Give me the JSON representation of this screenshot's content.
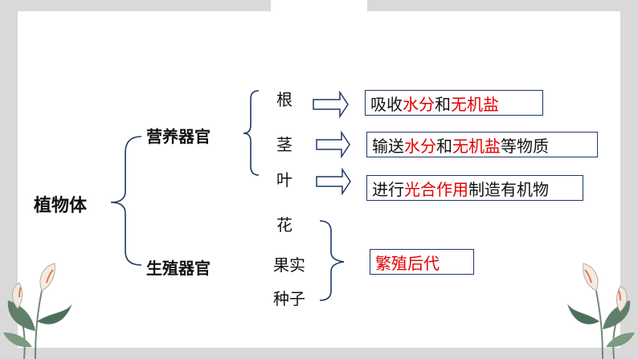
{
  "root": {
    "label": "植物体"
  },
  "groups": [
    {
      "label": "营养器官",
      "organs": [
        "根",
        "茎",
        "叶"
      ],
      "functions": [
        {
          "segments": [
            {
              "text": "吸收",
              "highlight": false
            },
            {
              "text": "水分",
              "highlight": true
            },
            {
              "text": "和",
              "highlight": false
            },
            {
              "text": "无机盐",
              "highlight": true
            }
          ]
        },
        {
          "segments": [
            {
              "text": "输送",
              "highlight": false
            },
            {
              "text": "水分",
              "highlight": true
            },
            {
              "text": "和",
              "highlight": false
            },
            {
              "text": "无机盐",
              "highlight": true
            },
            {
              "text": "等物质",
              "highlight": false
            }
          ]
        },
        {
          "segments": [
            {
              "text": "进行",
              "highlight": false
            },
            {
              "text": "光合作用",
              "highlight": true
            },
            {
              "text": "制造有机物",
              "highlight": false
            }
          ]
        }
      ]
    },
    {
      "label": "生殖器官",
      "organs": [
        "花",
        "果实",
        "种子"
      ],
      "function": {
        "text": "繁殖后代"
      }
    }
  ],
  "colors": {
    "line": "#1f3864",
    "highlight": "#e00000",
    "frame": "#d9d9d9",
    "leaf": "#5f7f6a"
  },
  "decor": {
    "left": "calla-lily-illustration",
    "right": "calla-lily-illustration"
  }
}
